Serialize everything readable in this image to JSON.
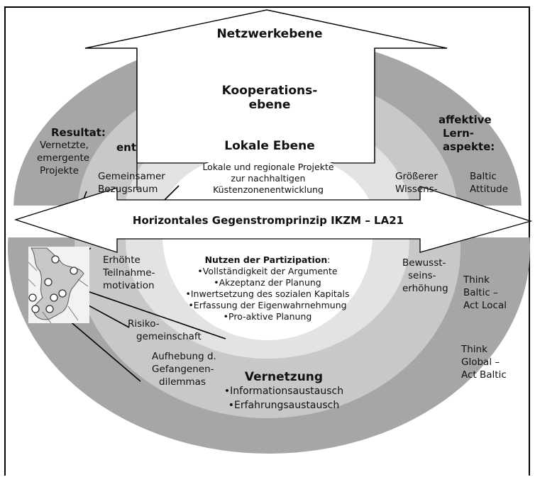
{
  "levels": {
    "network": "Netzwerkebene",
    "cooperation": [
      "Kooperations-",
      "ebene"
    ],
    "local": "Lokale Ebene"
  },
  "arrow_label": "Horizontales Gegenstromprinzip IKZM – LA21",
  "center_projects": [
    "Lokale und regionale Projekte",
    "zur nachhaltigen",
    "Küstenzonenentwicklung"
  ],
  "benefits": {
    "title": "Nutzen der Partizipation",
    "title_suffix": ":",
    "items": [
      "•Vollständigkeit der Argumente",
      "•Akzeptanz der Planung",
      "•Inwertsetzung des sozialen Kapitals",
      "•Erfassung der Eigenwahrnehmung",
      "•Pro-aktive Planung"
    ]
  },
  "left": {
    "result_title": "Resultat:",
    "result_lines": [
      "Vernetzte,",
      "emergente",
      "Projekte"
    ],
    "partial_label": "ent",
    "common_space": [
      "Gemeinsamer",
      "Bezugsraum"
    ],
    "participation": [
      "Erhöhte",
      "Teilnahme-",
      "motivation"
    ],
    "risk": [
      "Risiko-",
      "gemeinschaft"
    ],
    "dilemma": [
      "Aufhebung d.",
      "Gefangenen-",
      "dilemmas"
    ]
  },
  "right": {
    "learning_title": [
      "affektive",
      "Lern-",
      "aspekte:"
    ],
    "knowledge": [
      "Größerer",
      "Wissens-"
    ],
    "baltic_attitude": [
      "Baltic",
      "Attitude"
    ],
    "awareness": [
      "Bewusst-",
      "seins-",
      "erhöhung"
    ],
    "think_baltic": [
      "Think",
      "Baltic –",
      "Act Local"
    ],
    "think_global": [
      "Think",
      "Global –",
      "Act Baltic"
    ]
  },
  "network_section": {
    "title": "Vernetzung",
    "items": [
      "•Informationsaustausch",
      "•Erfahrungsaustausch"
    ]
  },
  "colors": {
    "outer_ring": "#a6a6a6",
    "middle_ring": "#c8c8c8",
    "inner_ring": "#e3e3e3",
    "center": "#ffffff",
    "stroke": "#000000"
  }
}
